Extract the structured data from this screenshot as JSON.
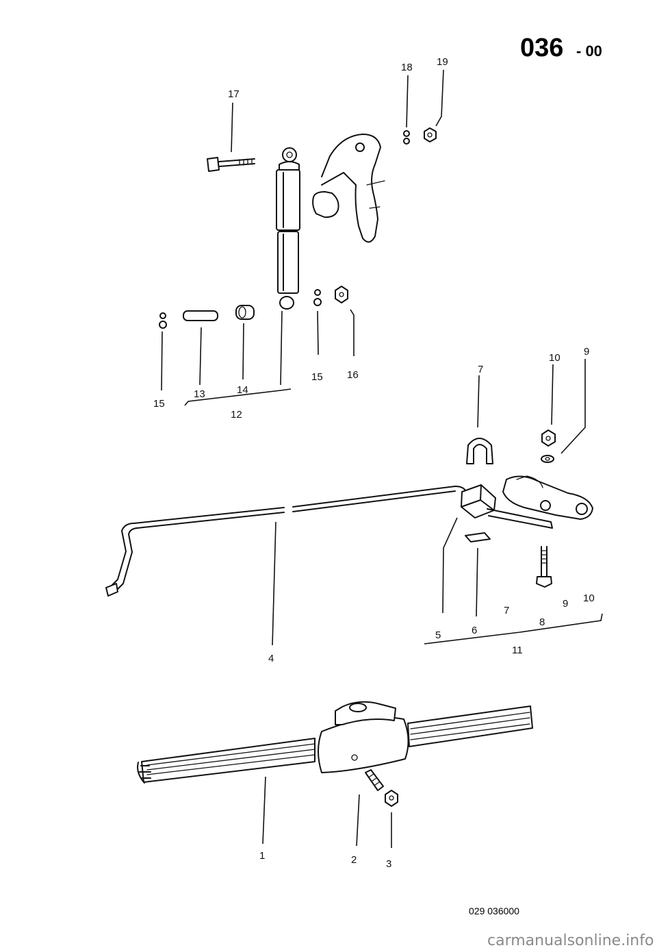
{
  "header": {
    "page_code": "036",
    "page_suffix": "- 00"
  },
  "callouts": {
    "n1": "1",
    "n2": "2",
    "n3": "3",
    "n4": "4",
    "n5": "5",
    "n6": "6",
    "n7_top": "7",
    "n7_bottom": "7",
    "n8": "8",
    "n9_top": "9",
    "n9_bottom": "9",
    "n10_top": "10",
    "n10_bottom": "10",
    "n11": "11",
    "n12": "12",
    "n13": "13",
    "n14": "14",
    "n15_left": "15",
    "n15_right": "15",
    "n16": "16",
    "n17": "17",
    "n18": "18",
    "n19": "19"
  },
  "footer": {
    "reference": "029 036000",
    "watermark": "carmanualsonline.info"
  }
}
